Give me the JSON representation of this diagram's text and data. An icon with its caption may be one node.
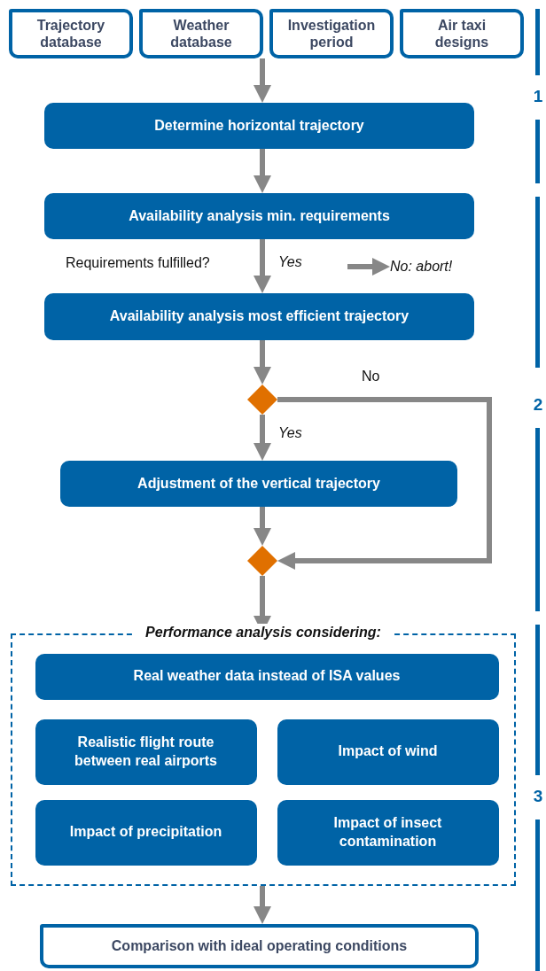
{
  "diagram": {
    "nodes": [
      {
        "text": [
          "Trajectory database"
        ]
      },
      {
        "text": [
          "Weather database"
        ]
      },
      {
        "text": [
          "Investigation period"
        ]
      },
      {
        "text": [
          "Air taxi designs"
        ]
      },
      {
        "text": [
          "Determine horizontal trajectory"
        ]
      },
      {
        "text": [
          "Availability analysis min. requirements"
        ]
      },
      {
        "text": [
          "No: abort!"
        ]
      },
      {
        "text": [
          "Availability analysis most efficient trajectory"
        ]
      },
      {
        "text": [],
        "shape": "diamond"
      },
      {
        "text": [
          "Adjustment of the vertical trajectory"
        ]
      },
      {
        "text": [],
        "shape": "diamond"
      },
      {
        "text": [
          "Performance analysis considering:"
        ]
      },
      {
        "text": [
          "Real weather data instead of ISA values"
        ],
        "in": 11
      },
      {
        "text": [
          "Realistic flight route between real airports"
        ],
        "in": 11
      },
      {
        "text": [
          "Impact of wind"
        ],
        "in": 11
      },
      {
        "text": [
          "Impact of precipitation"
        ],
        "in": 11
      },
      {
        "text": [
          "Impact of insect contamination"
        ],
        "in": 11
      },
      {
        "text": [
          "Comparison with ideal operating conditions"
        ]
      }
    ],
    "edges": [
      {
        "from": 1,
        "to": 4,
        "arrow": "to"
      },
      {
        "from": 4,
        "to": 5,
        "arrow": "to"
      },
      {
        "from": 5,
        "to": 7,
        "arrow": "to",
        "label": "Yes"
      },
      {
        "from": null,
        "to": 6,
        "arrow": "to"
      },
      {
        "from": 7,
        "to": 8,
        "arrow": "to"
      },
      {
        "from": 8,
        "to": 9,
        "arrow": "to",
        "label": "Yes"
      },
      {
        "from": 8,
        "to": 10,
        "arrow": "to",
        "label": "No"
      },
      {
        "from": 9,
        "to": 10,
        "arrow": "to"
      },
      {
        "from": 10,
        "to": 11,
        "arrow": "to"
      },
      {
        "from": 11,
        "to": 17,
        "arrow": "to"
      }
    ],
    "labels": [
      "Requirements fulfilled?",
      "1",
      "2",
      "3"
    ]
  }
}
